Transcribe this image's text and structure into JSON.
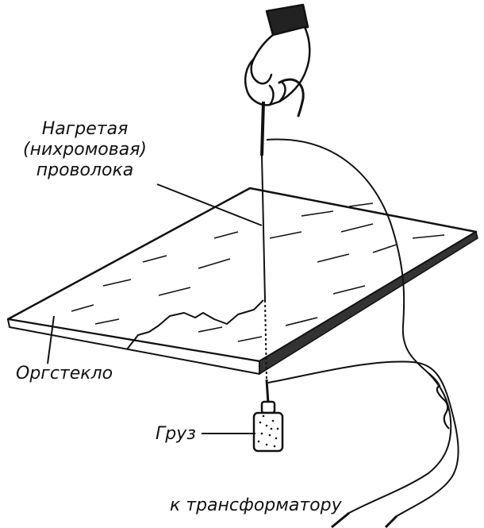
{
  "labels": {
    "wire_line1": "Нагретая",
    "wire_line2": "(нихромовая)",
    "wire_line3": "проволока",
    "plexiglass": "Оргстекло",
    "weight": "Груз",
    "transformer": "к трансформатору"
  },
  "colors": {
    "ink": "#111111",
    "background": "#ffffff"
  }
}
